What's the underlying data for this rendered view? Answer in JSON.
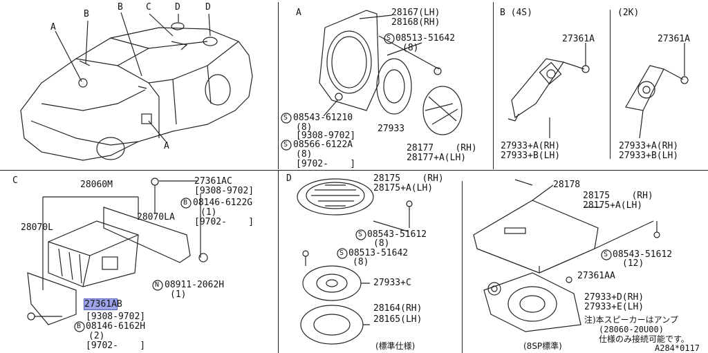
{
  "car": {
    "A1": "A",
    "B1": "B",
    "B2": "B",
    "C": "C",
    "D1": "D",
    "D2": "D",
    "A2": "A"
  },
  "panelA": {
    "title": "A",
    "p1": "28167(LH)",
    "p1b": "28168(RH)",
    "p2": "08513-51642",
    "p2q": "(8)",
    "p3": "08543-61210",
    "p3q": "(8)",
    "p3d": "[9308-9702]",
    "p4": "08566-6122A",
    "p4q": "(8)",
    "p4d": "[9702-    ]",
    "p5": "27933",
    "p6": "28177    (RH)",
    "p6b": "28177+A(LH)"
  },
  "panelB": {
    "title": "B (4S)",
    "title2": "(2K)",
    "p1": "27361A",
    "p2": "27361A",
    "p3": "27933+A(RH)",
    "p3b": "27933+B(LH)",
    "p4": "27933+A(RH)",
    "p4b": "27933+B(LH)"
  },
  "panelC": {
    "title": "C",
    "p1": "28060M",
    "p2": "27361AC",
    "p2d": "[9308-9702]",
    "p3": "08146-6122G",
    "p3q": "(1)",
    "p3d": "[9702-    ]",
    "p4": "28070L",
    "p5": "28070LA",
    "p6": "08911-2062H",
    "p6q": "(1)",
    "p7": "27361A",
    "p7s": "B",
    "p7d": "[9308-9702]",
    "p8": "08146-6162H",
    "p8q": "(2)",
    "p8d": "[9702-    ]"
  },
  "panelD": {
    "title": "D",
    "p1": "28175    (RH)",
    "p1b": "28175+A(LH)",
    "p2": "08543-51612",
    "p2q": "(8)",
    "p3": "08513-51642",
    "p3q": "(8)",
    "p4": "27933+C",
    "p5": "28164(RH)",
    "p5b": "28165(LH)",
    "cap": "(標準仕様)"
  },
  "panelE": {
    "p1": "28178",
    "p2": "28175    (RH)",
    "p2b": "28175+A(LH)",
    "p3": "08543-51612",
    "p3q": "(12)",
    "p4": "27361AA",
    "p5": "27933+D(RH)",
    "p5b": "27933+E(LH)",
    "note1": "注)本スピーカーはアンプ",
    "note2": "(28060-20U00)",
    "note3": "仕様のみ接続可能です。",
    "cap": "(8SP標準)",
    "ref": "A284*0117"
  },
  "symbols": {
    "S": "S",
    "B": "B",
    "N": "N"
  }
}
